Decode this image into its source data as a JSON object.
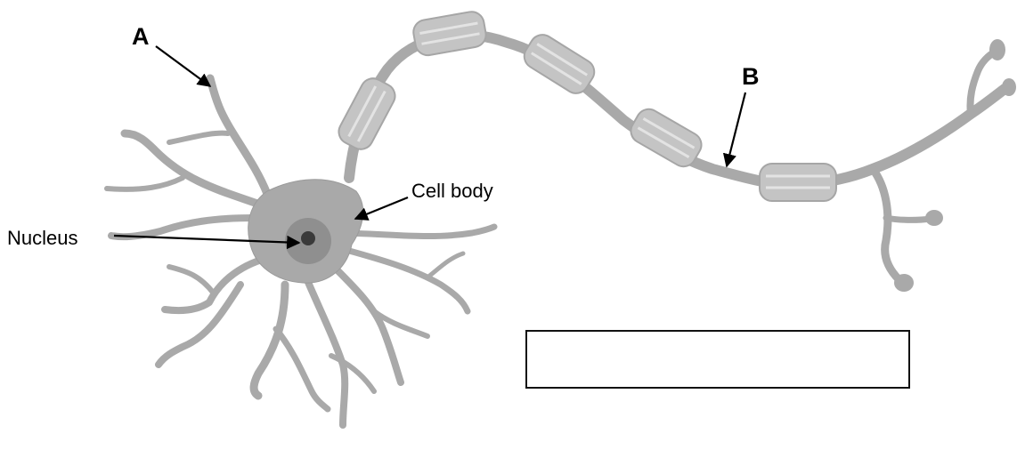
{
  "labels": {
    "a": "A",
    "b": "B",
    "cell_body": "Cell body",
    "nucleus": "Nucleus"
  },
  "answer_box": {
    "value": ""
  },
  "colors": {
    "cell": "#a9a9a9",
    "cell_outline": "#8e8e8e",
    "myelin": "#c4c4c4",
    "myelin_stripes": "#e3e3e3",
    "nucleus": "#8f8f8f",
    "nucleolus": "#3a3a3a",
    "arrows": "#000000"
  }
}
